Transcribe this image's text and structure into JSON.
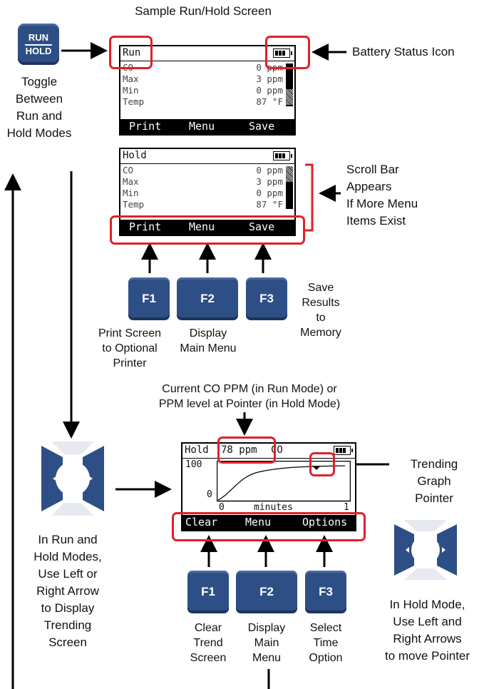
{
  "title": "Sample Run/Hold Screen",
  "run_hold_key": {
    "line1": "RUN",
    "line2": "HOLD"
  },
  "run_hold_caption": [
    "Toggle",
    "Between",
    "Run and",
    "Hold Modes"
  ],
  "battery_caption": "Battery Status Icon",
  "scroll_caption": [
    "Scroll Bar",
    "Appears",
    "If More Menu",
    "Items Exist"
  ],
  "screen_run": {
    "mode": "Run",
    "rows": [
      {
        "name": "CO",
        "value": "0 ppm"
      },
      {
        "name": "Max",
        "value": "3 ppm"
      },
      {
        "name": "Min",
        "value": "0 ppm"
      },
      {
        "name": "Temp",
        "value": "87 °F"
      }
    ],
    "softkeys": [
      "Print",
      "Menu",
      "Save"
    ]
  },
  "screen_hold": {
    "mode": "Hold",
    "rows": [
      {
        "name": "CO",
        "value": "0 ppm"
      },
      {
        "name": "Max",
        "value": "3 ppm"
      },
      {
        "name": "Min",
        "value": "0 ppm"
      },
      {
        "name": "Temp",
        "value": "87 °F"
      }
    ],
    "softkeys": [
      "Print",
      "Menu",
      "Save"
    ]
  },
  "fkeys_top": {
    "f1": "F1",
    "f2": "F2",
    "f3": "F3",
    "f1_caption": [
      "Print Screen",
      "to Optional",
      "Printer"
    ],
    "f2_caption": [
      "Display",
      "Main Menu"
    ],
    "f3_caption": [
      "Save",
      "Results",
      "to",
      "Memory"
    ]
  },
  "current_co_caption": [
    "Current CO PPM (in Run Mode) or",
    "PPM level at Pointer (in Hold Mode)"
  ],
  "trend_screen": {
    "mode": "Hold",
    "reading": "78 ppm",
    "gas": "CO",
    "y_max": "100",
    "y_min": "0",
    "x_min": "0",
    "x_label": "minutes",
    "x_max": "1",
    "softkeys": [
      "Clear",
      "Menu",
      "Options"
    ]
  },
  "pointer_caption": [
    "Trending",
    "Graph",
    "Pointer"
  ],
  "arrow_left_caption": [
    "In Run and",
    "Hold Modes,",
    "Use Left or",
    "Right Arrow",
    "to Display",
    "Trending",
    "Screen"
  ],
  "fkeys_bottom": {
    "f1": "F1",
    "f2": "F2",
    "f3": "F3",
    "f1_caption": [
      "Clear",
      "Trend",
      "Screen"
    ],
    "f2_caption": [
      "Display",
      "Main",
      "Menu"
    ],
    "f3_caption": [
      "Select",
      "Time",
      "Option"
    ]
  },
  "arrow_right_caption": [
    "In Hold Mode,",
    "Use Left and",
    "Right Arrows",
    "to move Pointer"
  ],
  "colors": {
    "highlight": "#e0202a",
    "key_blue": "#2d4f86"
  }
}
